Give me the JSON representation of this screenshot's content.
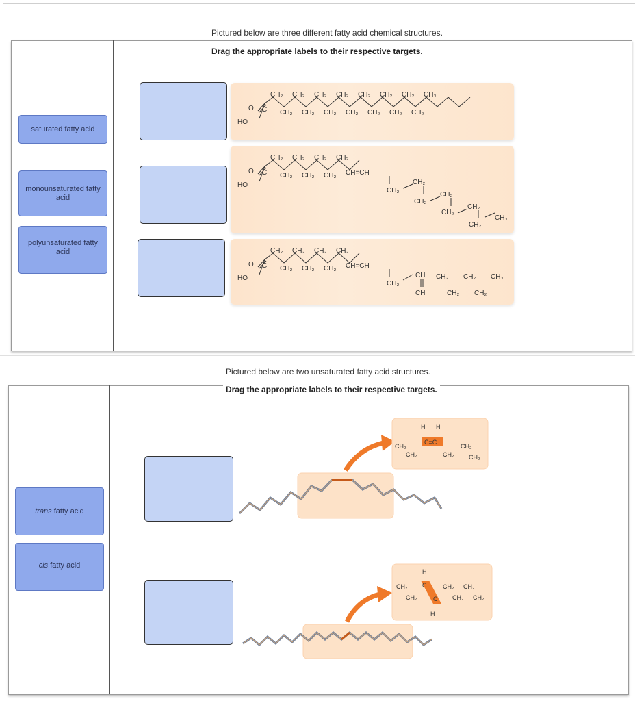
{
  "section1": {
    "intro": "Pictured below are three different fatty acid chemical structures.",
    "instruction": "Drag the appropriate labels to their respective targets.",
    "labels": [
      "saturated fatty acid",
      "monounsaturated fatty acid",
      "polyunsaturated fatty acid"
    ],
    "structures": [
      "saturated-structure",
      "monounsaturated-structure",
      "polyunsaturated-structure"
    ]
  },
  "section2": {
    "intro": "Pictured below are two unsaturated fatty acid structures.",
    "instruction": "Drag the appropriate labels to their respective targets.",
    "labels": [
      {
        "prefix": "trans",
        "suffix": " fatty acid"
      },
      {
        "prefix": "cis",
        "suffix": " fatty acid"
      }
    ]
  },
  "chem": {
    "ch2": "CH₂",
    "ch3": "CH₃",
    "ch": "CH",
    "c": "C",
    "o": "O",
    "ho": "HO",
    "h": "H",
    "eq": "=",
    "ceqc": "C=C",
    "cheqch": "CH=CH"
  },
  "colors": {
    "label_bg": "#8fa9ec",
    "target_bg": "#c4d4f5",
    "chem_bg": "#fde4cc",
    "accent_orange": "#ef7a2a"
  }
}
